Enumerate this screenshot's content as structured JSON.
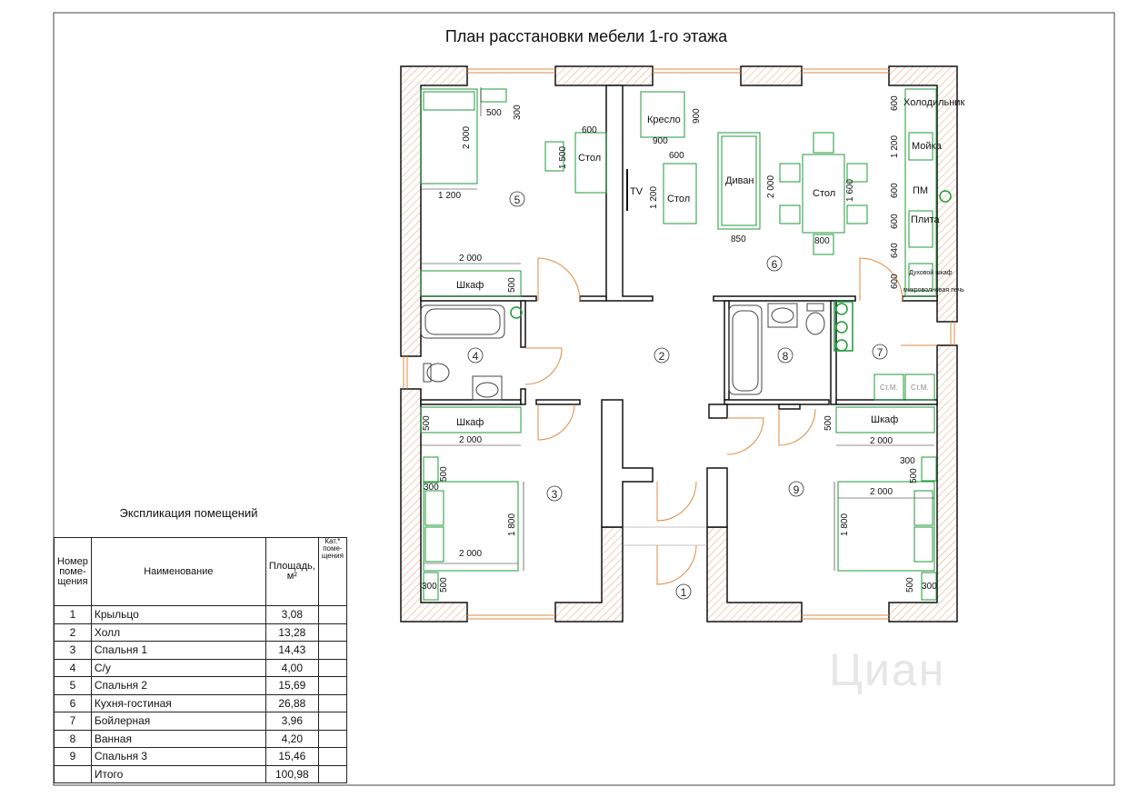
{
  "title": "План расстановки мебели 1-го этажа",
  "explication": {
    "title": "Экспликация помещений",
    "headers": {
      "num": "Номер поме-щения",
      "name": "Наименование",
      "area": "Площадь, м²",
      "cat": "Кат.* поме-щения"
    },
    "rows": [
      {
        "num": "1",
        "name": "Крыльцо",
        "area": "3,08"
      },
      {
        "num": "2",
        "name": "Холл",
        "area": "13,28"
      },
      {
        "num": "3",
        "name": "Спальня 1",
        "area": "14,43"
      },
      {
        "num": "4",
        "name": "С/у",
        "area": "4,00"
      },
      {
        "num": "5",
        "name": "Спальня 2",
        "area": "15,69"
      },
      {
        "num": "6",
        "name": "Кухня-гостиная",
        "area": "26,88"
      },
      {
        "num": "7",
        "name": "Бойлерная",
        "area": "3,96"
      },
      {
        "num": "8",
        "name": "Ванная",
        "area": "4,20"
      },
      {
        "num": "9",
        "name": "Спальня 3",
        "area": "15,46"
      }
    ],
    "total": {
      "num": "",
      "name": "Итого",
      "area": "100,98"
    }
  },
  "plan": {
    "room_numbers": [
      "1",
      "2",
      "3",
      "4",
      "5",
      "6",
      "7",
      "8",
      "9"
    ],
    "furniture": {
      "stol": "Стол",
      "shkaf": "Шкаф",
      "kreslo": "Кресло",
      "divan": "Диван",
      "tv": "TV",
      "holodilnik": "Холодильник",
      "moyka": "Мойка",
      "pm": "ПМ",
      "plita": "Плита",
      "dukhovoy": "Духовой шкаф",
      "mikrovolnovaya": "микроволновая печь",
      "stm": "Ст.М."
    },
    "dims": {
      "d500": "500",
      "d300": "300",
      "d2000": "2 000",
      "d1200": "1 200",
      "d600": "600",
      "d1500": "1 500",
      "d900": "900",
      "d850": "850",
      "d800": "800",
      "d1600": "1 600",
      "d640": "640",
      "d1800": "1 800"
    }
  },
  "watermark": "Циан",
  "colors": {
    "wall": "#111111",
    "hatch": "#e8a070",
    "furniture": "#1f9a3a",
    "window": "#e08a40",
    "door": "#e08a40"
  }
}
